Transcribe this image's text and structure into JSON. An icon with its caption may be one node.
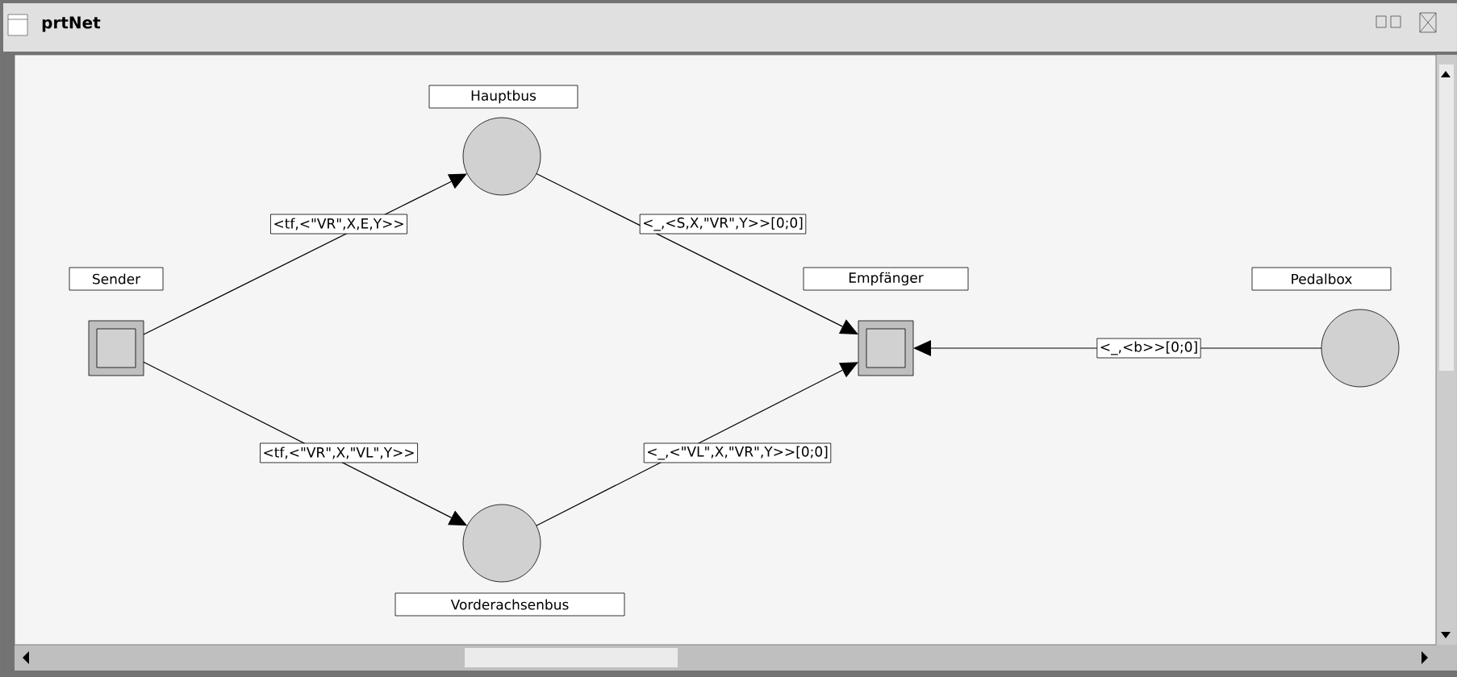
{
  "diagram": {
    "title": "prtNet",
    "nodes": [
      {
        "text": [
          "Sender"
        ]
      },
      {
        "text": [
          "Hauptbus"
        ]
      },
      {
        "text": [
          "Vorderachsenbus"
        ]
      },
      {
        "text": [
          "Empfänger"
        ]
      },
      {
        "text": [
          "Pedalbox"
        ]
      }
    ],
    "edges": [
      {
        "from": 0,
        "to": 1,
        "arrow": "to",
        "label": "<tf,<\"VR\",X,E,Y>>"
      },
      {
        "from": 1,
        "to": 3,
        "arrow": "to",
        "label": "<_,<S,X,\"VR\",Y>>[0;0]"
      },
      {
        "from": 0,
        "to": 2,
        "arrow": "to",
        "label": "<tf,<\"VR\",X,\"VL\",Y>>"
      },
      {
        "from": 2,
        "to": 3,
        "arrow": "to",
        "label": "<_,<\"VL\",X,\"VR\",Y>>[0;0]"
      },
      {
        "from": 4,
        "to": 3,
        "arrow": "to",
        "label": "<_,<b>>[0;0]"
      }
    ]
  }
}
